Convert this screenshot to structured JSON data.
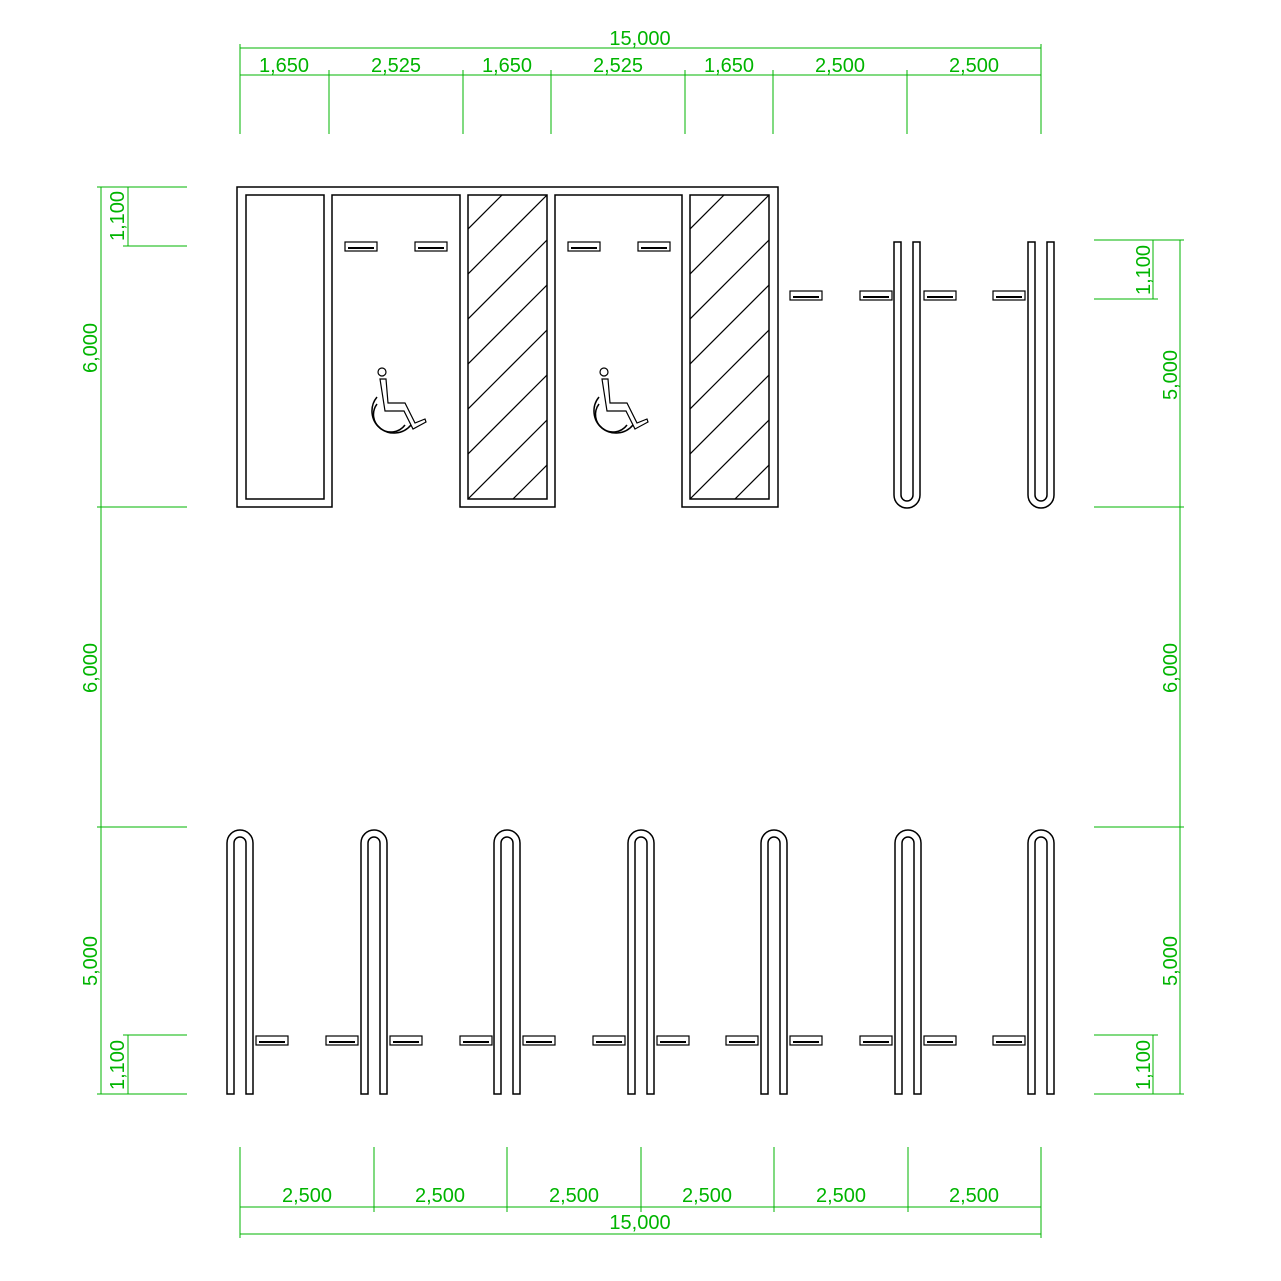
{
  "drawing": {
    "colors": {
      "dimension": "#00b400",
      "object": "#000000",
      "background": "#ffffff"
    },
    "top_dims": {
      "overall": "15,000",
      "segments": [
        "1,650",
        "2,525",
        "1,650",
        "2,525",
        "1,650",
        "2,500",
        "2,500"
      ]
    },
    "bottom_dims": {
      "overall": "15,000",
      "segments": [
        "2,500",
        "2,500",
        "2,500",
        "2,500",
        "2,500",
        "2,500"
      ]
    },
    "left_dims": [
      "1,100",
      "6,000",
      "6,000",
      "5,000",
      "1,100"
    ],
    "right_dims": [
      "1,100",
      "5,000",
      "6,000",
      "5,000",
      "1,100"
    ],
    "icons": [
      "wheelchair-icon",
      "wheelchair-icon"
    ]
  }
}
